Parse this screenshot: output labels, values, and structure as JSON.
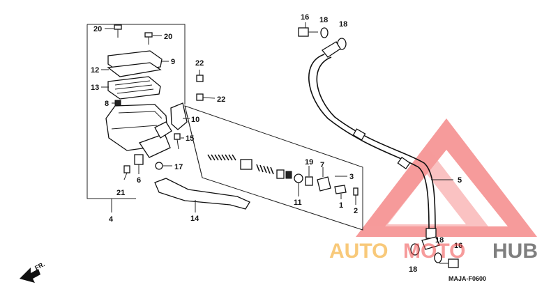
{
  "diagram": {
    "code": "MAJA-F0600",
    "front_label": "FR.",
    "callouts": [
      {
        "id": "c20a",
        "text": "20"
      },
      {
        "id": "c20b",
        "text": "20"
      },
      {
        "id": "c9",
        "text": "9"
      },
      {
        "id": "c12",
        "text": "12"
      },
      {
        "id": "c13",
        "text": "13"
      },
      {
        "id": "c8",
        "text": "8"
      },
      {
        "id": "c22a",
        "text": "22"
      },
      {
        "id": "c22b",
        "text": "22"
      },
      {
        "id": "c10",
        "text": "10"
      },
      {
        "id": "c15",
        "text": "15"
      },
      {
        "id": "c17",
        "text": "17"
      },
      {
        "id": "c6",
        "text": "6"
      },
      {
        "id": "c21",
        "text": "21"
      },
      {
        "id": "c4",
        "text": "4"
      },
      {
        "id": "c14",
        "text": "14"
      },
      {
        "id": "c19",
        "text": "19"
      },
      {
        "id": "c7",
        "text": "7"
      },
      {
        "id": "c3",
        "text": "3"
      },
      {
        "id": "c11",
        "text": "11"
      },
      {
        "id": "c1",
        "text": "1"
      },
      {
        "id": "c2",
        "text": "2"
      },
      {
        "id": "c16a",
        "text": "16"
      },
      {
        "id": "c18a",
        "text": "18"
      },
      {
        "id": "c18b",
        "text": "18"
      },
      {
        "id": "c5",
        "text": "5"
      },
      {
        "id": "c18c",
        "text": "18"
      },
      {
        "id": "c16b",
        "text": "16"
      },
      {
        "id": "c18d",
        "text": "18"
      }
    ]
  },
  "watermark": {
    "text_a": "AUTO",
    "text_b": "MOTO",
    "text_c": "HUB",
    "color_primary": "#f04a4a",
    "color_accent": "#f5a623",
    "color_dark": "#555555"
  }
}
